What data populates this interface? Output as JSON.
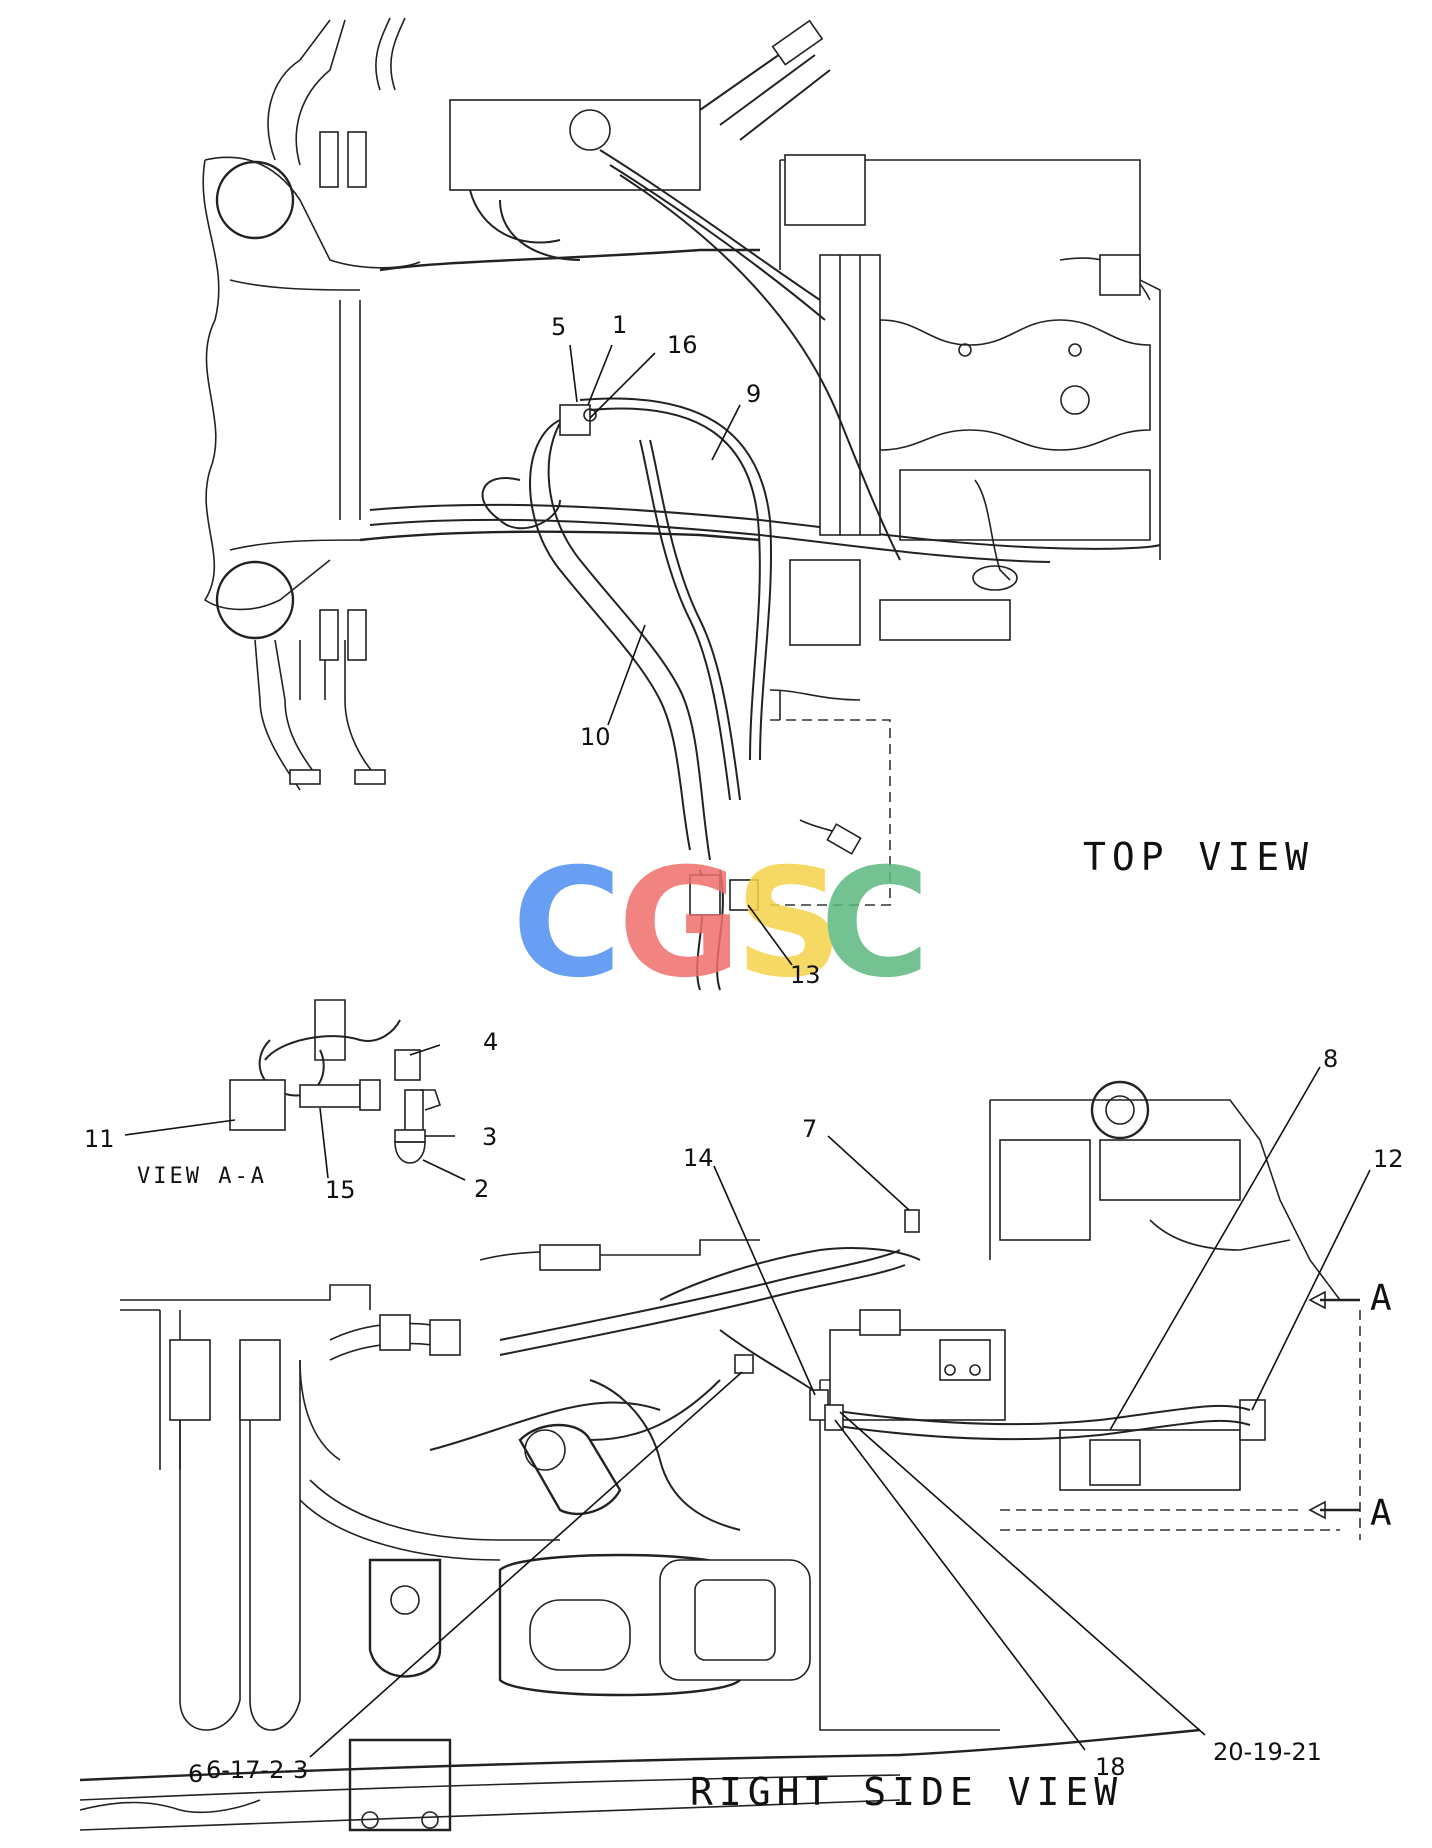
{
  "views": {
    "top": "TOP VIEW",
    "right_side": "RIGHT SIDE VIEW",
    "section": "VIEW A-A",
    "section_marker": "A"
  },
  "callouts": {
    "c1": "1",
    "c2": "2",
    "c3": "3",
    "c4": "4",
    "c5": "5",
    "c7": "7",
    "c8": "8",
    "c9": "9",
    "c10": "10",
    "c11": "11",
    "c12": "12",
    "c13": "13",
    "c14": "14",
    "c15": "15",
    "c16": "16",
    "c18": "18",
    "c20_19_21": "20-19-21",
    "c6_17_2_3": "6-17-2-3",
    "c6_prefix": "6"
  },
  "watermark": {
    "letters": [
      "C",
      "G",
      "S",
      "C"
    ],
    "colors": [
      "#4f8ff0",
      "#ef6f6a",
      "#f5d24a",
      "#5cb87e"
    ]
  }
}
